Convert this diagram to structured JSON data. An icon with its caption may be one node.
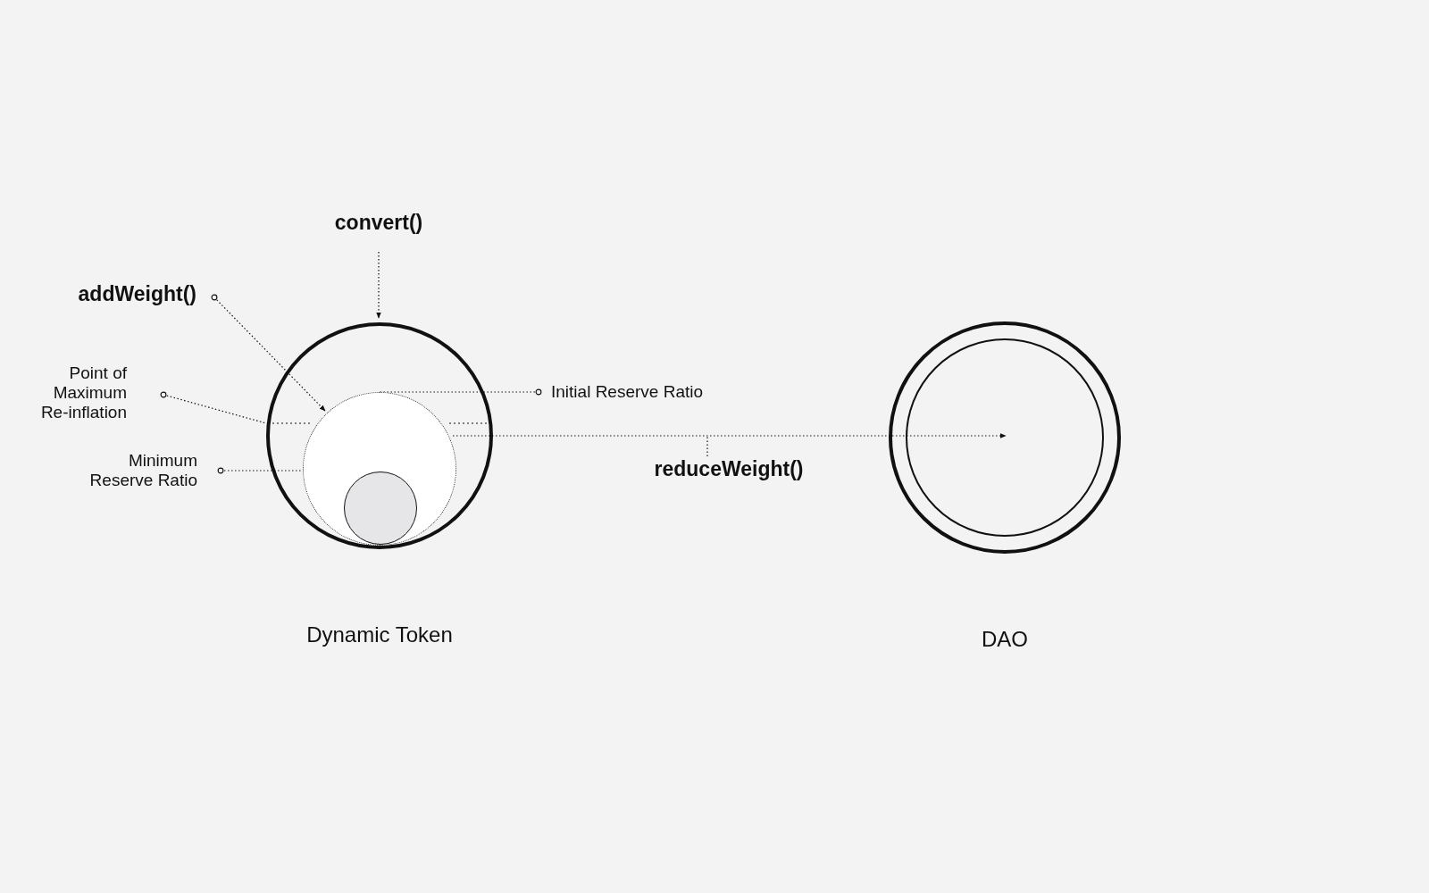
{
  "diagram": {
    "nodes": [
      {
        "text": [
          "Dynamic Token"
        ]
      },
      {
        "text": [],
        "shape": "circle",
        "in": 0
      },
      {
        "text": [],
        "shape": "circle",
        "in": 1
      },
      {
        "text": [
          "DAO"
        ]
      },
      {
        "text": [],
        "shape": "circle",
        "in": 3
      },
      {
        "text": [
          "convert()"
        ]
      },
      {
        "text": [
          "addWeight()"
        ]
      },
      {
        "text": [
          "Point of Maximum Re-inflation"
        ]
      },
      {
        "text": [
          "Minimum Reserve Ratio"
        ]
      },
      {
        "text": [
          "Initial Reserve Ratio"
        ]
      },
      {
        "text": [
          "reduceWeight()"
        ]
      }
    ],
    "edges": [
      {
        "from": 5,
        "to": 0,
        "arrow": "to"
      },
      {
        "from": 6,
        "to": 1,
        "arrow": "to"
      },
      {
        "from": 7,
        "to": 0,
        "arrow": "other"
      },
      {
        "from": 8,
        "to": 2,
        "arrow": "other"
      },
      {
        "from": 9,
        "to": 1,
        "arrow": "other"
      },
      {
        "from": 1,
        "to": 4,
        "arrow": "to"
      },
      {
        "from": 10,
        "to": null,
        "arrow": "none"
      }
    ]
  }
}
